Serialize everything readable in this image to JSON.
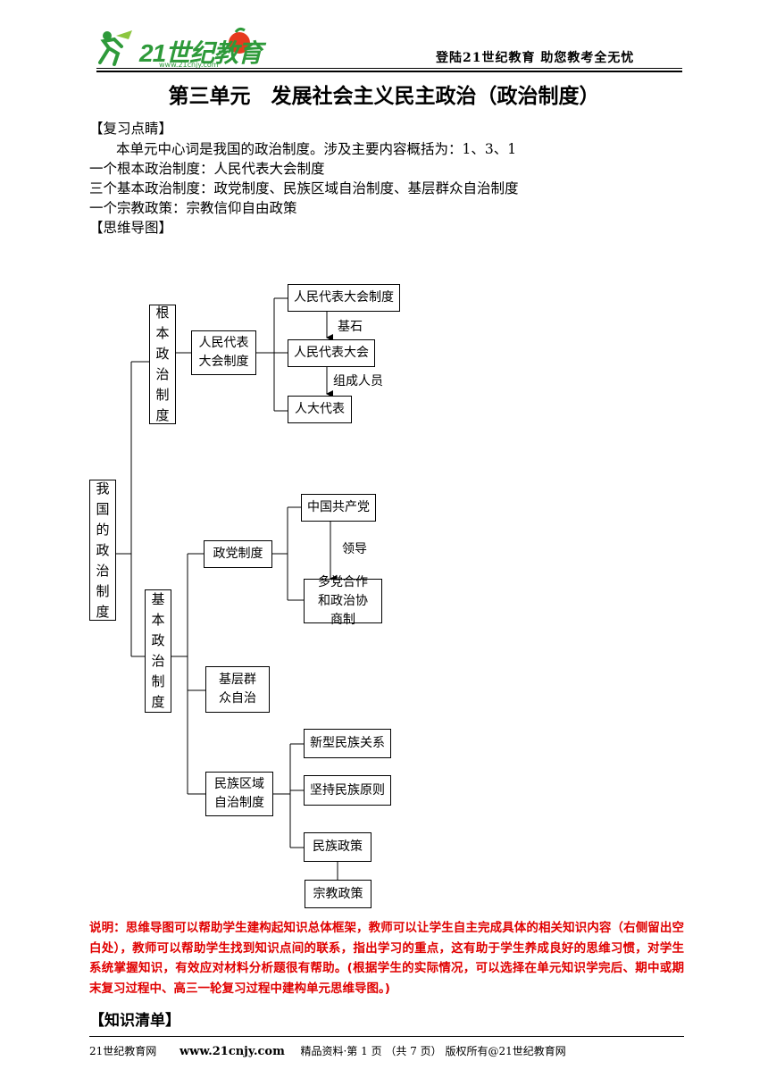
{
  "header": {
    "logo_text": "21世纪教育",
    "logo_url": "www.21cnjy.com",
    "slogan": "登陆21世纪教育    助您教考全无忧"
  },
  "title": "第三单元　发展社会主义民主政治（政治制度）",
  "review": {
    "heading": "【复习点睛】",
    "intro": "本单元中心词是我国的政治制度。涉及主要内容概括为：1、3、1",
    "line1": "一个根本政治制度：人民代表大会制度",
    "line2": "三个基本政治制度：政党制度、民族区域自治制度、基层群众自治制度",
    "line3": "一个宗教政策：宗教信仰自由政策"
  },
  "mindmap_heading": "【思维导图】",
  "mindmap": {
    "root": "我国的政治制度",
    "fundamental": "根本政治制度",
    "npc_system_short": "人民代表大会制度",
    "npc_system": "人民代表大会制度",
    "basis_label": "基石",
    "npc": "人民代表大会",
    "members_label": "组成人员",
    "deputies": "人大代表",
    "basic": "基本政治制度",
    "party_system": "政党制度",
    "cpc": "中国共产党",
    "leads_label": "领导",
    "multi_party": "多党合作和政治协商制",
    "grassroots": "基层群众自治",
    "ethnic_autonomy": "民族区域自治制度",
    "new_ethnic_relations": "新型民族关系",
    "ethnic_principles": "坚持民族原则",
    "ethnic_policy": "民族政策",
    "religious_policy": "宗教政策"
  },
  "note": "说明：思维导图可以帮助学生建构起知识总体框架，教师可以让学生自主完成具体的相关知识内容（右侧留出空白处），教师可以帮助学生找到知识点间的联系，指出学习的重点，这有助于学生养成良好的思维习惯，对学生系统掌握知识，有效应对材料分析题很有帮助。(根据学生的实际情况，可以选择在单元知识学完后、期中或期末复习过程中、高三一轮复习过程中建构单元思维导图。)",
  "knowledge_heading": "【知识清单】",
  "footer": {
    "site": "21世纪教育网",
    "url": "www.21cnjy.com",
    "info": "精品资料·第 1 页 （共 7 页） 版权所有@21世纪教育网"
  },
  "colors": {
    "note": "#e00000",
    "logo": "#2e9a3a"
  }
}
